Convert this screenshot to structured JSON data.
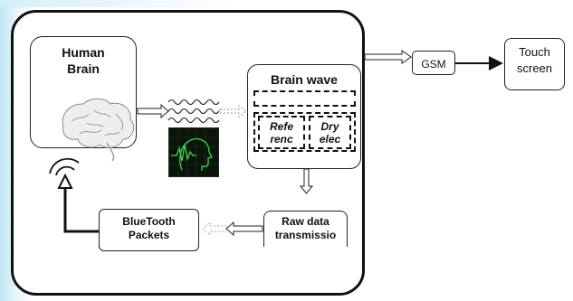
{
  "diagram": {
    "human_brain": {
      "label": "Human\nBrain"
    },
    "brain_wave": {
      "label": "Brain wave",
      "electrodes": [
        {
          "label": "Refe\nrenc"
        },
        {
          "label": "Dry\nelec"
        }
      ]
    },
    "raw_data": {
      "label": "Raw data\ntransmissio"
    },
    "bluetooth": {
      "label": "BlueTooth\nPackets"
    },
    "gsm": {
      "label": "GSM"
    },
    "touch_screen": {
      "label": "Touch\nscreen"
    }
  },
  "colors": {
    "line": "#111111",
    "eeg_background": "#0b140b",
    "eeg_trace": "#3fd64b"
  },
  "icons": [
    "brain-illustration-icon",
    "eeg-head-icon",
    "wireless-signal-icon"
  ]
}
